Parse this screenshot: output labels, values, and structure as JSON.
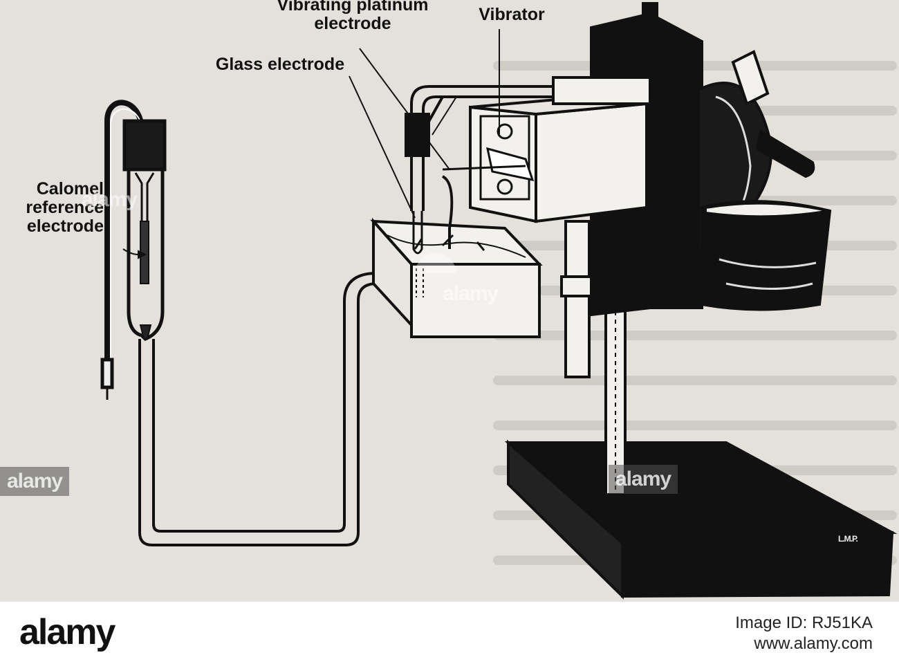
{
  "labels": {
    "vibrating_electrode": [
      "Vibrating platinum",
      "electrode"
    ],
    "vibrator": "Vibrator",
    "glass_electrode": "Glass electrode",
    "calomel": [
      "Calomel",
      "reference",
      "electrode"
    ]
  },
  "watermark": {
    "text": "alamy",
    "initials": "L.M.P."
  },
  "footer": {
    "logo": "alamy",
    "image_id": "Image ID: RJ51KA",
    "site": "www.alamy.com"
  }
}
